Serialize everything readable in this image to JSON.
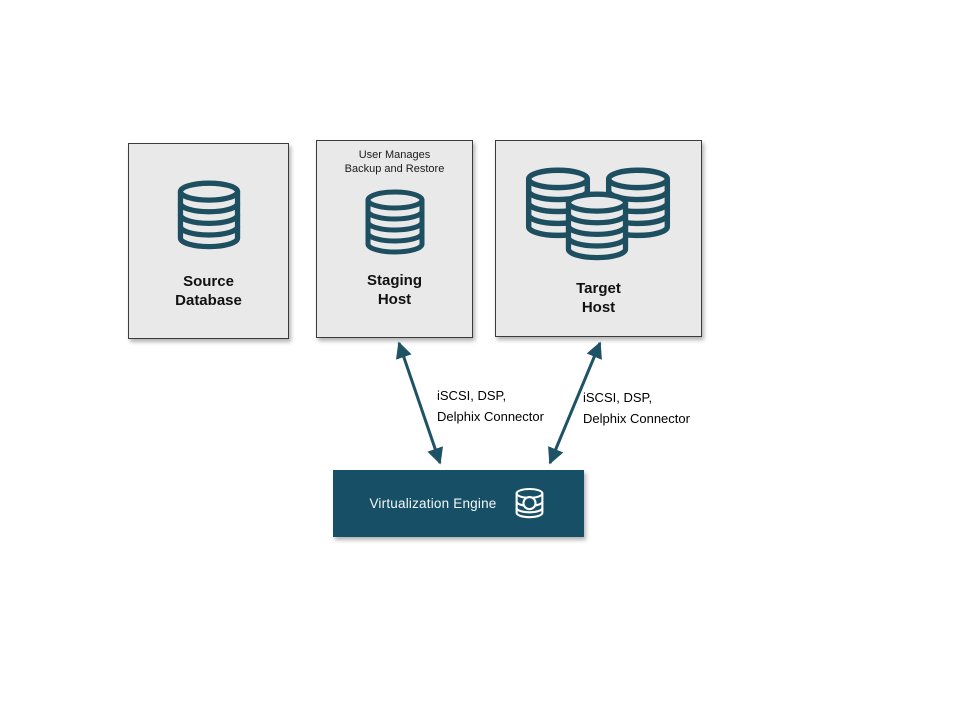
{
  "nodes": {
    "source": {
      "line1": "Source",
      "line2": "Database"
    },
    "staging": {
      "note1": "User Manages",
      "note2": "Backup and Restore",
      "line1": "Staging",
      "line2": "Host"
    },
    "target": {
      "line1": "Target",
      "line2": "Host"
    },
    "engine": {
      "label": "Virtualization Engine"
    }
  },
  "edges": {
    "staging_to_engine": {
      "line1": "iSCSI, DSP,",
      "line2": "Delphix Connector"
    },
    "target_to_engine": {
      "line1": "iSCSI, DSP,",
      "line2": "Delphix Connector"
    }
  },
  "icons": {
    "node_database": "database-cylinder-icon",
    "engine_badge": "database-ring-icon"
  },
  "colors": {
    "accent": "#1d4f60",
    "node_fill": "#e9e9e9",
    "node_border": "#3b3b3b",
    "engine_fill": "#175066",
    "engine_text": "#ffffff",
    "arrow": "#1d5365",
    "background": "#ffffff"
  }
}
